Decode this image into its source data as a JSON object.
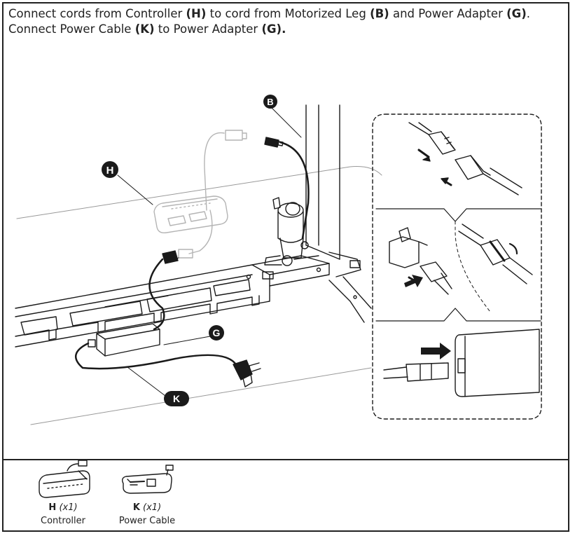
{
  "instruction": {
    "t1": "Connect cords from Controller ",
    "h": "(H)",
    "t2": " to cord from Motorized Leg ",
    "b": "(B)",
    "t3": " and Power Adapter ",
    "g": "(G)",
    "t4": ". Connect Power Cable ",
    "k": "(K)",
    "t5": " to Power Adapter ",
    "g2": "(G)."
  },
  "callouts": {
    "b": "B",
    "h": "H",
    "g": "G",
    "k": "K"
  },
  "parts": [
    {
      "letter": "H",
      "qty": "(x1)",
      "name": "Controller"
    },
    {
      "letter": "K",
      "qty": "(x1)",
      "name": "Power Cable"
    }
  ],
  "colors": {
    "line": "#1a1a1a",
    "ghost": "#b4b4b4",
    "badge": "#1a1a1a",
    "badge_text": "#ffffff"
  }
}
